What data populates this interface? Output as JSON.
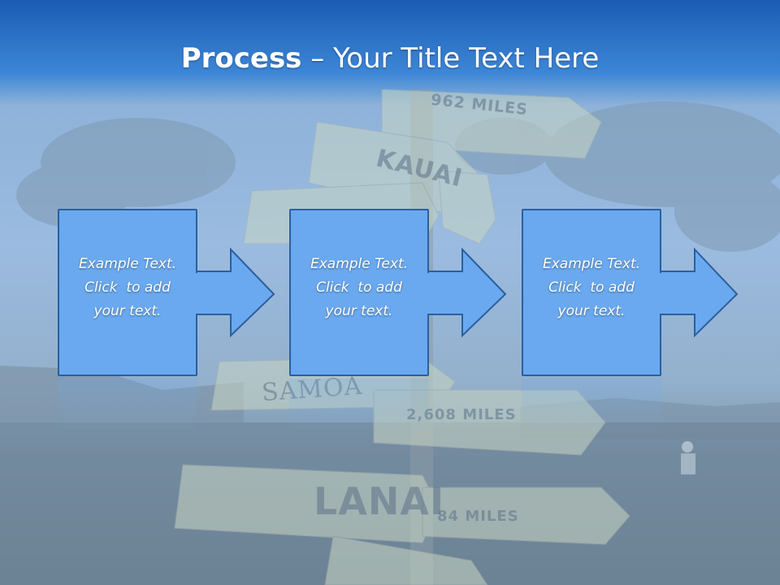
{
  "slide": {
    "title_bold": "Process",
    "title_rest": " – Your Title Text Here",
    "background_signs": [
      "962 MILES",
      "KAUAI",
      "SAMOA",
      "2,608 MILES",
      "LANAI",
      "84 MILES"
    ]
  },
  "steps": [
    {
      "line1": "Example Text.",
      "line2": "Click  to add",
      "line3": "your text."
    },
    {
      "line1": "Example Text.",
      "line2": "Click  to add",
      "line3": "your text."
    },
    {
      "line1": "Example Text.",
      "line2": "Click  to add",
      "line3": "your text."
    }
  ],
  "colors": {
    "box_fill": "#6aa9ef",
    "box_border": "#2b5f9f",
    "title_bar": "#1a5cb4"
  }
}
